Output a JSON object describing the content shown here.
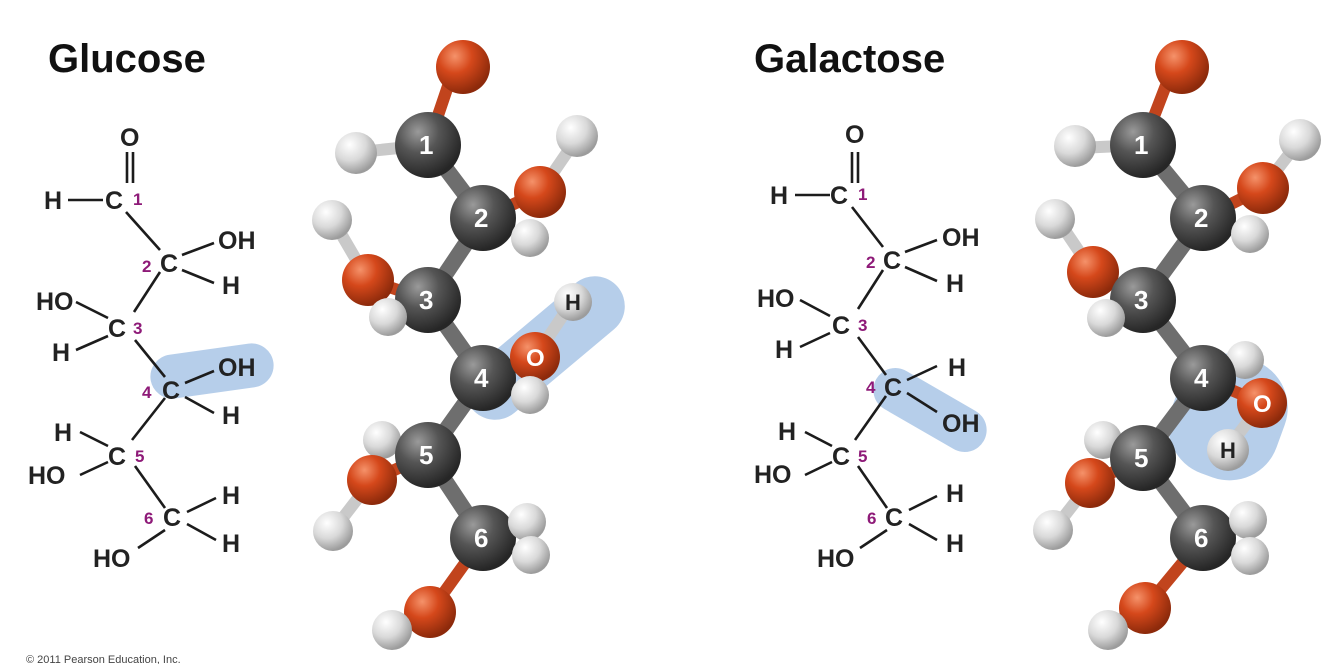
{
  "glucose": {
    "title": "Glucose",
    "structure": {
      "O": "O",
      "H_c1": "H",
      "C1": "C",
      "n1": "1",
      "C2": "C",
      "n2": "2",
      "OH_c2": "OH",
      "H_c2": "H",
      "C3": "C",
      "n3": "3",
      "HO_c3": "HO",
      "H_c3": "H",
      "C4": "C",
      "n4": "4",
      "OH_c4": "OH",
      "H_c4": "H",
      "C5": "C",
      "n5": "5",
      "H_c5": "H",
      "HO_c5": "HO",
      "C6": "C",
      "n6": "6",
      "H_c6a": "H",
      "H_c6b": "H",
      "HO_c6": "HO"
    },
    "model": {
      "c1": "1",
      "c2": "2",
      "c3": "3",
      "c4": "4",
      "c5": "5",
      "c6": "6",
      "o4": "O",
      "h4": "H"
    }
  },
  "galactose": {
    "title": "Galactose",
    "structure": {
      "O": "O",
      "H_c1": "H",
      "C1": "C",
      "n1": "1",
      "C2": "C",
      "n2": "2",
      "OH_c2": "OH",
      "H_c2": "H",
      "C3": "C",
      "n3": "3",
      "HO_c3": "HO",
      "H_c3": "H",
      "C4": "C",
      "n4": "4",
      "H_c4": "H",
      "OH_c4": "OH",
      "C5": "C",
      "n5": "5",
      "H_c5": "H",
      "HO_c5": "HO",
      "C6": "C",
      "n6": "6",
      "H_c6a": "H",
      "H_c6b": "H",
      "HO_c6": "HO"
    },
    "model": {
      "c1": "1",
      "c2": "2",
      "c3": "3",
      "c4": "4",
      "c5": "5",
      "c6": "6",
      "o4": "O",
      "h4": "H"
    }
  },
  "copyright": "© 2011 Pearson Education, Inc.",
  "colors": {
    "carbon": "#4a4a4a",
    "oxygen": "#d24a1c",
    "hydrogen": "#dcdcdc",
    "highlight": "#a9c6e6",
    "carbon_number": "#8e1a78"
  }
}
